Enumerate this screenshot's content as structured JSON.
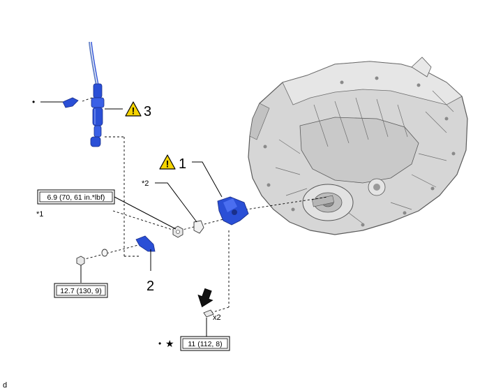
{
  "callouts": {
    "item_1": "1",
    "item_2": "2",
    "item_3": "3"
  },
  "labels": {
    "note_1": "*1",
    "note_2": "*2",
    "quantity": "x2",
    "corner_code": "d"
  },
  "torque": {
    "cable_nut": "6.9 (70, 61 in.*lbf)",
    "bracket_nut": "12.7 (130, 9)",
    "bracket_bolts": "11 (112, 8)"
  },
  "symbols": {
    "dot": "•",
    "star": "★"
  },
  "icons": [
    "warning-icon",
    "arrow-down-icon"
  ],
  "colors": {
    "part_blue": "#2a4fd6",
    "part_blue_dark": "#1a2f8a",
    "transmission_gray": "#d4d4d4",
    "warning_yellow": "#f5d400"
  }
}
